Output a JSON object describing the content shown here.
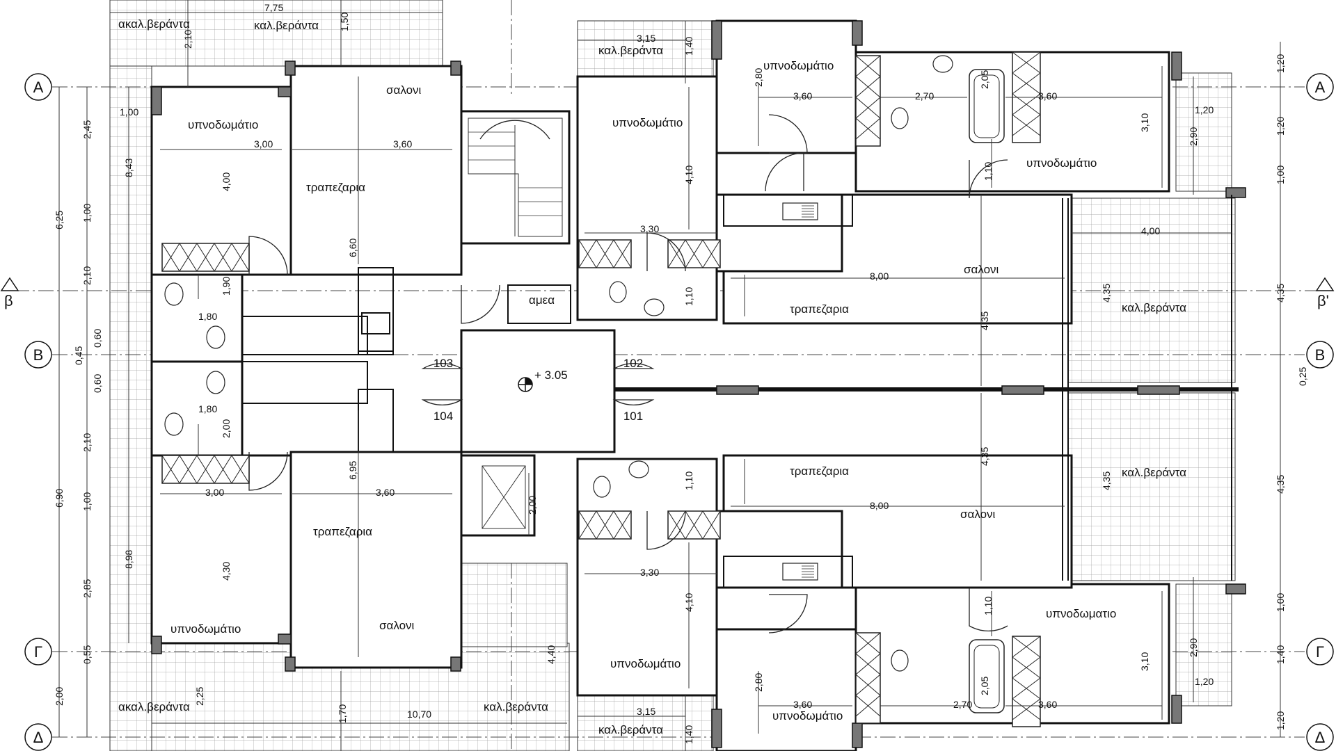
{
  "axes": {
    "A": "A",
    "B": "B",
    "G": "Γ",
    "D": "Δ",
    "section_left": "β",
    "section_right": "β'"
  },
  "level": "+ 3.05",
  "apartments": {
    "a103": "103",
    "a104": "104",
    "a102": "102",
    "a101": "101"
  },
  "rooms": {
    "salon": "σαλονι",
    "dining": "τραπεζαρια",
    "bedroom": "υπνοδωμάτιο",
    "bedroom2": "υπνοδωματιο",
    "covered_veranda": "καλ.βεράντα",
    "uncovered_veranda": "ακαλ.βεράντα",
    "disabled": "αμεα"
  },
  "dims": {
    "d775": "7,75",
    "d210": "2,10",
    "d150": "1,50",
    "d315": "3,15",
    "d140": "1,40",
    "d100": "1,00",
    "d245": "2,45",
    "d843": "8,43",
    "d625": "6,25",
    "d060": "0,60",
    "d045": "0,45",
    "d690": "6,90",
    "d898": "8,98",
    "d285": "2,85",
    "d055": "0,55",
    "d200": "2,00",
    "d225": "2,25",
    "d170": "1,70",
    "d1070": "10,70",
    "d440": "4,40",
    "d300": "3,00",
    "d360": "3,60",
    "d400": "4,00",
    "d660": "6,60",
    "d190": "1,90",
    "d180": "1,80",
    "d695": "6,95",
    "d430": "4,30",
    "d280": "2,80",
    "d270": "2,70",
    "d205": "2,05",
    "d310": "3,10",
    "d110": "1,10",
    "d410": "4,10",
    "d330": "3,30",
    "d800": "8,00",
    "d435": "4,35",
    "d120": "1,20",
    "d290": "2,90",
    "d025": "0,25"
  }
}
